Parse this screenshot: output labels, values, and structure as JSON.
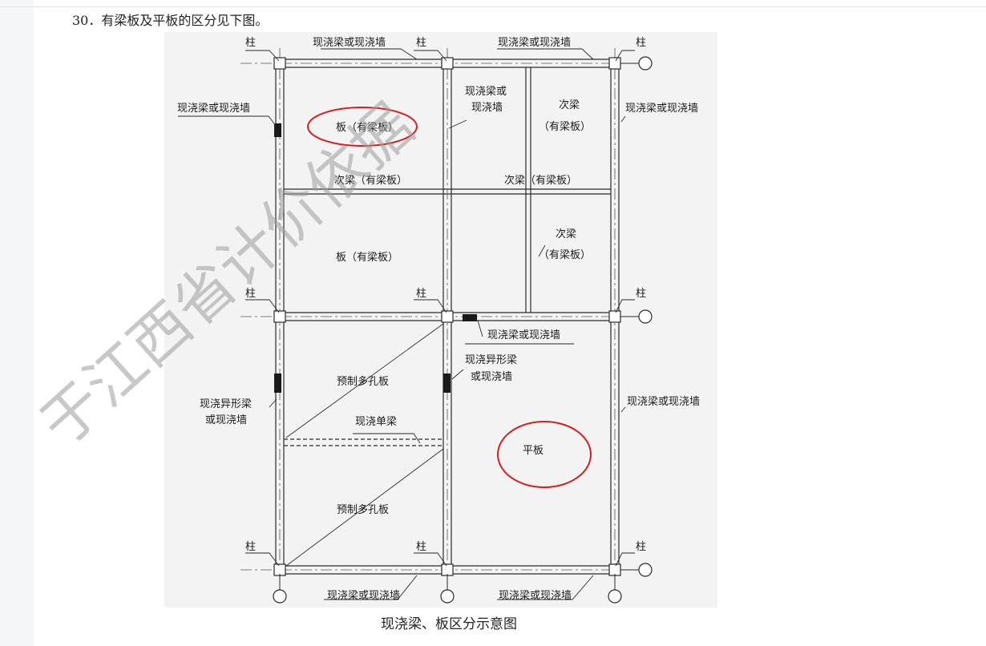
{
  "heading": "30．有梁板及平板的区分见下图。",
  "caption": "现浇梁、板区分示意图",
  "labels": {
    "column": "柱",
    "cast_beam_or_wall": "现浇梁或现浇墙",
    "cast_beam_or_line1": "现浇梁或",
    "cast_beam_or_line2": "现浇墙",
    "secondary_beam": "次梁",
    "beam_slab_paren": "（有梁板）",
    "slab_beam_slab": "板（有梁板）",
    "secondary_beam_beam_slab": "次梁（有梁板）",
    "prefab_hollow_slab": "预制多孔板",
    "cast_single_beam": "现浇单梁",
    "special_beam_line1": "现浇异形梁",
    "special_beam_line2": "或现浇墙",
    "flat_slab": "平板"
  },
  "watermark": "于江西省计价依据",
  "colors": {
    "annotation_ring": "#d42020",
    "linework": "#2a2a2a",
    "grid_bg": "#f3f3f3"
  }
}
